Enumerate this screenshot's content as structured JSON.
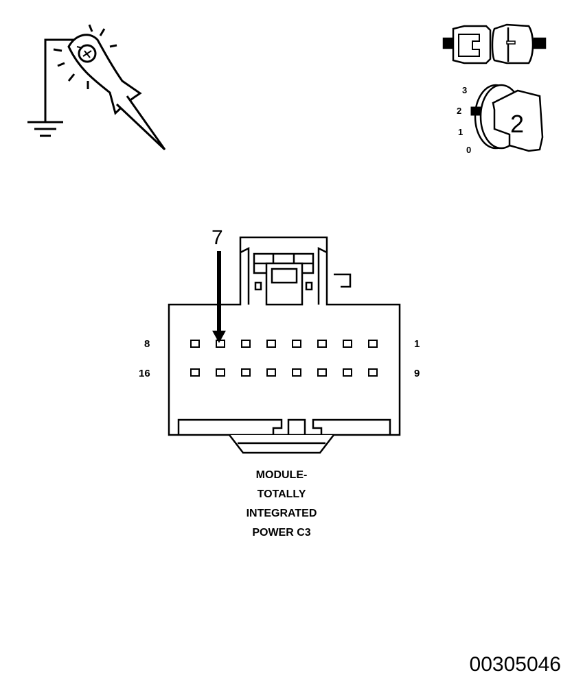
{
  "connector": {
    "pin_labels": {
      "top_left": "8",
      "top_right": "1",
      "bottom_left": "16",
      "bottom_right": "9"
    },
    "pins_per_row": 8,
    "rows": 2,
    "highlighted_pin": "7",
    "title_lines": [
      "MODULE-",
      "TOTALLY",
      "INTEGRATED",
      "POWER C3"
    ]
  },
  "ignition_switch": {
    "positions": [
      "3",
      "2",
      "1",
      "0"
    ],
    "key_position": "2"
  },
  "icons": {
    "test_light": "test-light-probe-icon",
    "ground": "ground-symbol-icon",
    "connector_disconnect": "connector-disconnect-icon",
    "ignition": "ignition-key-icon"
  },
  "figure_number": "00305046"
}
